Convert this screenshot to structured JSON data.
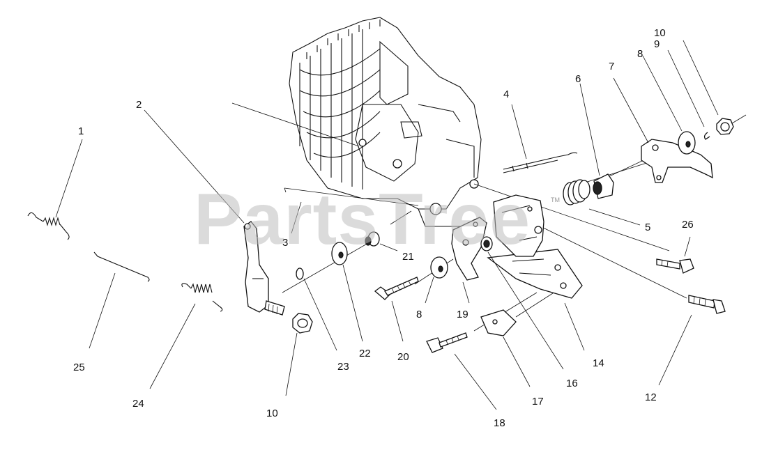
{
  "watermark": "PartsTree",
  "trademark": "TM",
  "callouts": {
    "c1": "1",
    "c2": "2",
    "c3": "3",
    "c4": "4",
    "c5": "5",
    "c6": "6",
    "c7": "7",
    "c8a": "8",
    "c8b": "8",
    "c9": "9",
    "c10a": "10",
    "c10b": "10",
    "c12": "12",
    "c14": "14",
    "c16": "16",
    "c17": "17",
    "c18": "18",
    "c19": "19",
    "c20": "20",
    "c21": "21",
    "c22": "22",
    "c23": "23",
    "c24": "24",
    "c25": "25",
    "c26": "26"
  }
}
